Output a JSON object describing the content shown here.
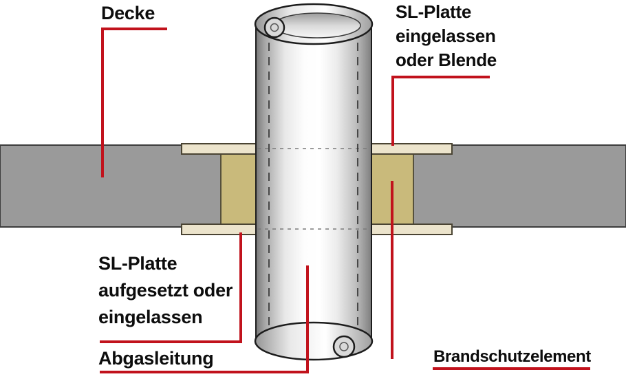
{
  "labels": {
    "decke": "Decke",
    "sl_platte_oben": "SL-Platte\neingelassen\noder Blende",
    "sl_platte_unten": "SL-Platte\naufgesetzt oder\neingelassen",
    "abgasleitung": "Abgasleitung",
    "brandschutzelement": "Brandschutzelement"
  },
  "colors": {
    "leader_line": "#c1121c",
    "ceiling": "#9a9a9a",
    "fire_block": "#c9ba7b",
    "plate": "#ece4cc",
    "text": "#0d0d0d"
  }
}
